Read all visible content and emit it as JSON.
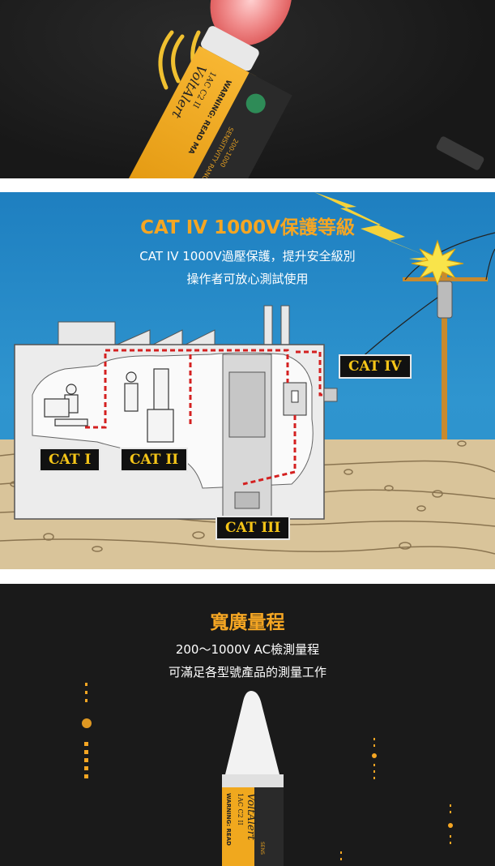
{
  "top_product": {
    "brand": "VoltAlert",
    "model": "1AC C2 II",
    "warning": "WARNING: READ MA",
    "sensitivity": "SENSITIVITY RANG",
    "range": "200-1000"
  },
  "cat_section": {
    "title": "CAT IV 1000V保護等級",
    "subtitle_line1": "CAT IV 1000V過壓保護，提升安全級別",
    "subtitle_line2": "操作者可放心測試使用",
    "labels": {
      "cat1": "CAT I",
      "cat2": "CAT II",
      "cat3": "CAT III",
      "cat4": "CAT IV"
    }
  },
  "range_section": {
    "title": "寬廣量程",
    "subtitle_line1": "200～1000V AC檢測量程",
    "subtitle_line2": "可滿足各型號產品的測量工作",
    "product_brand": "VoltAlert",
    "product_model": "1AC C2 II",
    "product_warning": "WARNING: READ",
    "product_sensitivity": "SENS"
  },
  "colors": {
    "accent_yellow": "#f5a623",
    "label_yellow": "#f5c518",
    "sky_blue": "#2b8fca",
    "dark_bg": "#1a1a1a"
  }
}
